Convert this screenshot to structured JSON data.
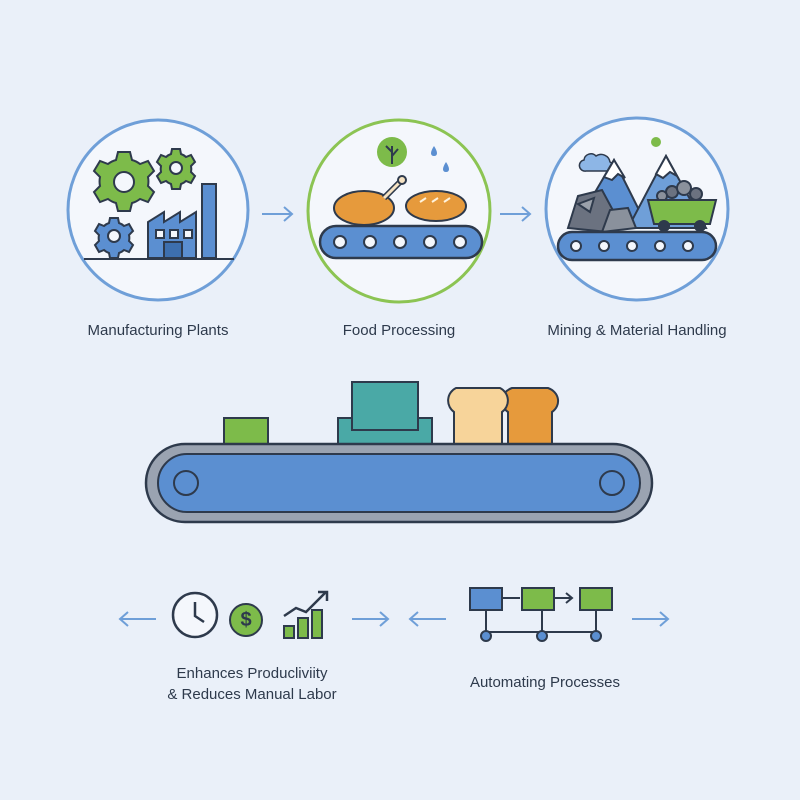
{
  "industries": [
    {
      "id": "manufacturing",
      "label": "Manufacturing Plants"
    },
    {
      "id": "food",
      "label": "Food Processing"
    },
    {
      "id": "mining",
      "label": "Mining & Material Handling"
    }
  ],
  "benefits": {
    "productivity_line1": "Enhances Producliviity",
    "productivity_line2": "& Reduces Manual Labor",
    "automation": "Automating Processes",
    "currency_symbol": "$"
  },
  "colors": {
    "background": "#eaf0f9",
    "blue": "#5b8fd1",
    "ring_blue": "#6f9fd8",
    "green": "#7dbb4a",
    "ring_green": "#8cc453",
    "orange": "#e69a3c",
    "teal": "#4aa9a6",
    "dark": "#2e3a4c",
    "gray": "#7d8593"
  }
}
